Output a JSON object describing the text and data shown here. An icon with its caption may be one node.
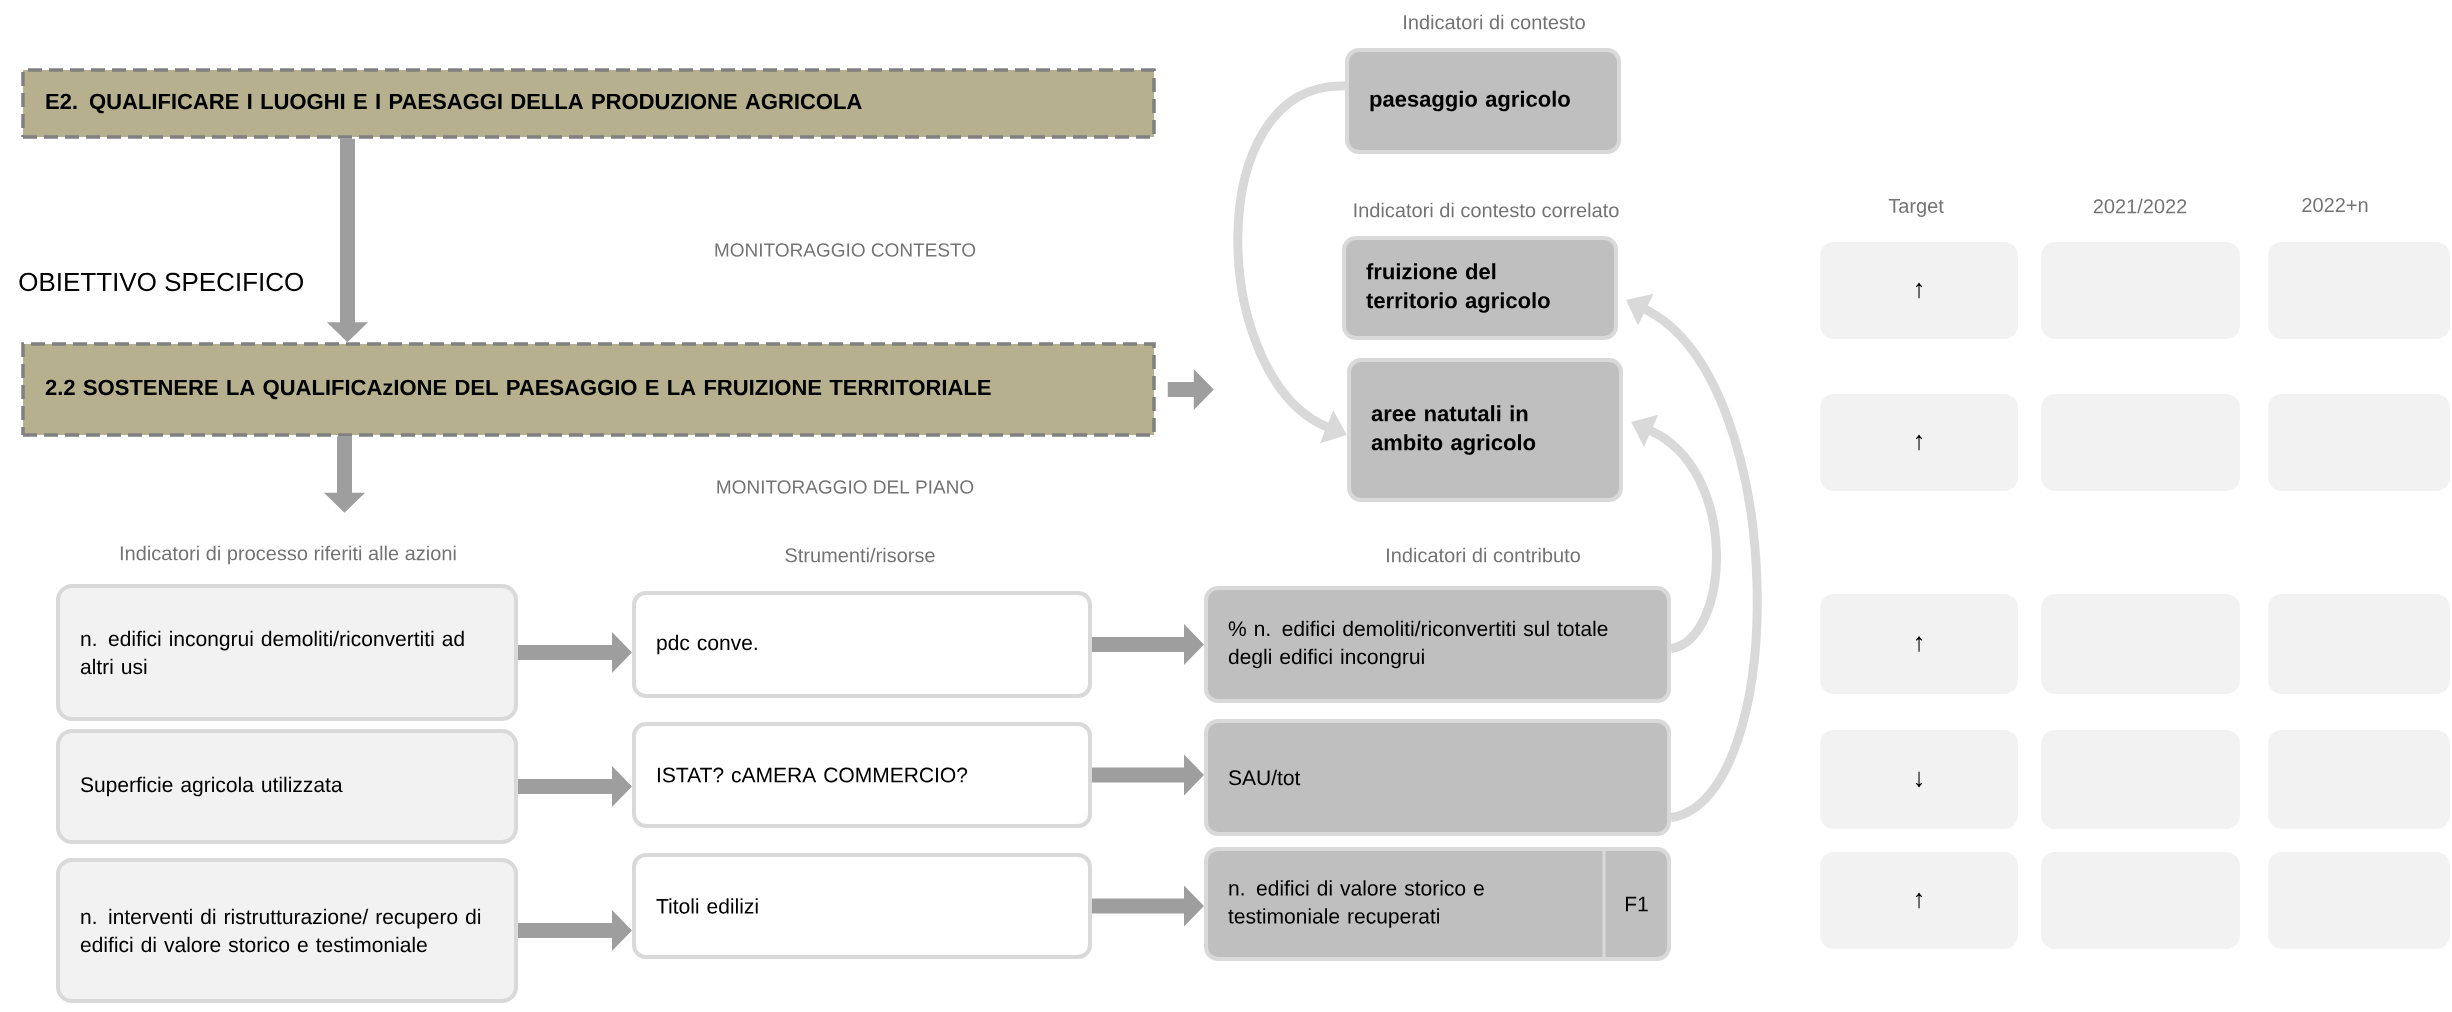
{
  "diagram": {
    "nodes": [
      {
        "text": [
          "E2. QUALIFICARE I LUOGHI E I PAESAGGI DELLA PRODUZIONE AGRICOLA"
        ]
      },
      {
        "text": [
          "2.2 SOSTENERE LA QUALIFICAzIONE DEL PAESAGGIO E LA FRUIZIONE TERRITORIALE"
        ]
      },
      {
        "text": [
          "paesaggio agricolo"
        ]
      },
      {
        "text": [
          "fruizione del territorio agricolo"
        ]
      },
      {
        "text": [
          "aree natutali in ambito agricolo"
        ]
      },
      {
        "text": [
          "n. edifici incongrui demoliti/riconvertiti ad altri usi"
        ]
      },
      {
        "text": [
          "Superficie agricola utilizzata"
        ]
      },
      {
        "text": [
          "n. interventi di ristrutturazione/ recupero di edifici di valore storico e testimoniale"
        ]
      },
      {
        "text": [
          "pdc conve."
        ]
      },
      {
        "text": [
          "ISTAT? cAMERA COMMERCIO?"
        ]
      },
      {
        "text": [
          "Titoli edilizi"
        ]
      },
      {
        "text": [
          "% n. edifici demoliti/riconvertiti sul totale degli edifici incongrui"
        ]
      },
      {
        "text": [
          "SAU/tot"
        ]
      },
      {
        "text": [
          "n. edifici di valore storico e testimoniale recuperati",
          "F1"
        ]
      },
      {
        "text": [
          "↑"
        ]
      },
      {
        "text": [],
        "shape": "box"
      },
      {
        "text": [],
        "shape": "box"
      },
      {
        "text": [
          "↑"
        ]
      },
      {
        "text": [],
        "shape": "box"
      },
      {
        "text": [],
        "shape": "box"
      },
      {
        "text": [
          "↑"
        ]
      },
      {
        "text": [],
        "shape": "box"
      },
      {
        "text": [],
        "shape": "box"
      },
      {
        "text": [
          "↓"
        ]
      },
      {
        "text": [],
        "shape": "box"
      },
      {
        "text": [],
        "shape": "box"
      },
      {
        "text": [
          "↑"
        ]
      },
      {
        "text": [],
        "shape": "box"
      },
      {
        "text": [],
        "shape": "box"
      }
    ],
    "edges": [
      {
        "from": 0,
        "to": 1,
        "arrow": "to"
      },
      {
        "from": 1,
        "to": null,
        "arrow": "to"
      },
      {
        "from": 1,
        "to": null,
        "arrow": "to"
      },
      {
        "from": 2,
        "to": 4,
        "arrow": "to",
        "color": "#d9d9d9"
      },
      {
        "from": 5,
        "to": 8,
        "arrow": "to"
      },
      {
        "from": 6,
        "to": 9,
        "arrow": "to"
      },
      {
        "from": 7,
        "to": 10,
        "arrow": "to"
      },
      {
        "from": 8,
        "to": 11,
        "arrow": "to"
      },
      {
        "from": 9,
        "to": 12,
        "arrow": "to"
      },
      {
        "from": 10,
        "to": 13,
        "arrow": "to"
      },
      {
        "from": 11,
        "to": 4,
        "arrow": "to",
        "color": "#d9d9d9"
      },
      {
        "from": 12,
        "to": 3,
        "arrow": "to",
        "color": "#d9d9d9"
      }
    ],
    "labels": [
      "Indicatori di contesto",
      "OBIETTIVO SPECIFICO",
      "MONITORAGGIO CONTESTO",
      "Indicatori di contesto correlato",
      "Target",
      "2021/2022",
      "2022+n",
      "MONITORAGGIO DEL PIANO",
      "Indicatori di processo riferiti alle azioni",
      "Strumenti/risorse",
      "Indicatori di contributo"
    ]
  }
}
